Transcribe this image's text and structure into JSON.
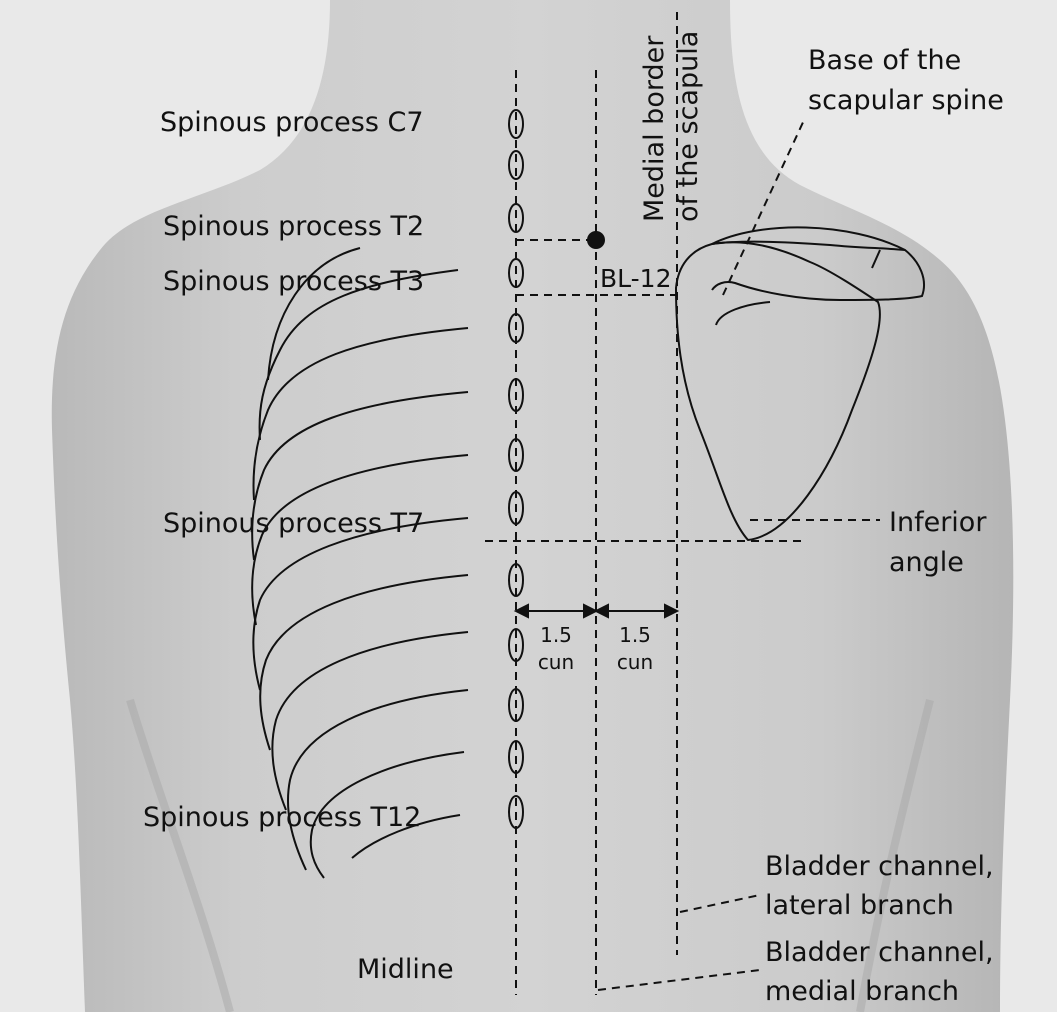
{
  "labels": {
    "c7": "Spinous process C7",
    "t2": "Spinous process T2",
    "t3": "Spinous process T3",
    "t7": "Spinous process T7",
    "t12": "Spinous process T12",
    "midline": "Midline",
    "bl12": "BL-12",
    "medial_border_1": "Medial border",
    "medial_border_2": "of the scapula",
    "scapular_spine_1": "Base of the",
    "scapular_spine_2": "scapular spine",
    "inferior_angle_1": "Inferior",
    "inferior_angle_2": "angle",
    "cun_left_1": "1.5",
    "cun_left_2": "cun",
    "cun_right_1": "1.5",
    "cun_right_2": "cun",
    "lateral_branch_1": "Bladder channel,",
    "lateral_branch_2": "lateral branch",
    "medial_branch_1": "Bladder channel,",
    "medial_branch_2": "medial branch"
  },
  "colors": {
    "background": "#e9e9e9",
    "skin": "#c9c9c9",
    "skin_shadow": "#b3b3b3",
    "ink": "#111111"
  }
}
